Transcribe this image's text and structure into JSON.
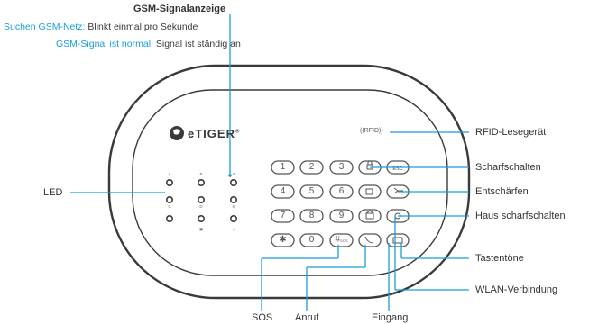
{
  "header": {
    "title": "GSM-Signalanzeige",
    "search_label": "Suchen GSM-Netz:",
    "search_text": "Blinkt einmal pro Sekunde",
    "normal_label": "GSM-Signal ist normal:",
    "normal_text": "Signal ist ständig an"
  },
  "device": {
    "brand": "eTIGER",
    "brand_mark": "®",
    "rfid_mark": "((RFID))"
  },
  "keypad": {
    "row1": [
      "1",
      "2",
      "3"
    ],
    "row2": [
      "4",
      "5",
      "6"
    ],
    "row3": [
      "7",
      "8",
      "9"
    ],
    "row4": [
      "✱",
      "0",
      "#"
    ],
    "sos_sub": "SOS",
    "esc": "ESC"
  },
  "callouts": {
    "led": "LED",
    "rfid": "RFID-Lesegerät",
    "arm": "Scharfschalten",
    "disarm": "Entschärfen",
    "home_arm": "Haus scharfschalten",
    "tone": "Tastentöne",
    "wifi": "WLAN-Verbindung",
    "sos": "SOS",
    "call": "Anruf",
    "entry": "Eingang"
  },
  "colors": {
    "accent": "#1a9fd8",
    "outline": "#3a3a3a",
    "key_outline": "#555555"
  }
}
